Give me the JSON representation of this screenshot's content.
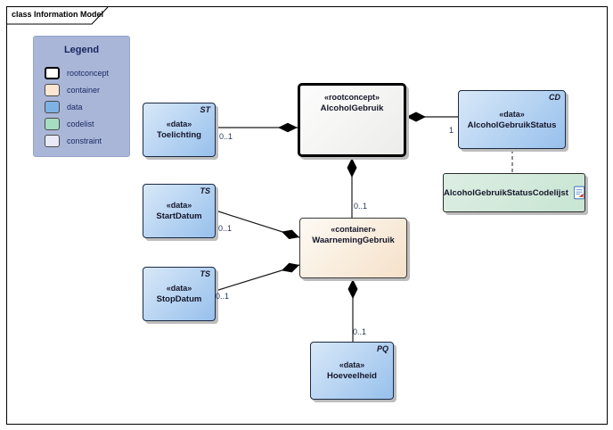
{
  "frame": {
    "title": "class Information Model"
  },
  "legend": {
    "title": "Legend",
    "items": [
      {
        "label": "rootconcept",
        "color": "#ffffff"
      },
      {
        "label": "container",
        "color": "#f9e6d3"
      },
      {
        "label": "data",
        "color": "#7fb2e4"
      },
      {
        "label": "codelist",
        "color": "#a6dcc2"
      },
      {
        "label": "constraint",
        "color": "#e9e9f8"
      }
    ]
  },
  "nodes": {
    "alcoholgebruik": {
      "stereotype": "«rootconcept»",
      "name": "AlcoholGebruik"
    },
    "waarneminggebruik": {
      "stereotype": "«container»",
      "name": "WaarnemingGebruik"
    },
    "toelichting": {
      "stereotype": "«data»",
      "name": "Toelichting",
      "tag": "ST"
    },
    "startdatum": {
      "stereotype": "«data»",
      "name": "StartDatum",
      "tag": "TS"
    },
    "stopdatum": {
      "stereotype": "«data»",
      "name": "StopDatum",
      "tag": "TS"
    },
    "alcoholgebruikstatus": {
      "stereotype": "«data»",
      "name": "AlcoholGebruikStatus",
      "tag": "CD"
    },
    "hoeveelheid": {
      "stereotype": "«data»",
      "name": "Hoeveelheid",
      "tag": "PQ"
    },
    "codelijst": {
      "name": "AlcoholGebruikStatusCodelijst"
    }
  },
  "edges": {
    "alcoholgebruik_toelichting": {
      "multiplicity": "0..1",
      "type": "composition"
    },
    "waarneming_startdatum": {
      "multiplicity": "0..1",
      "type": "composition"
    },
    "waarneming_stopdatum": {
      "multiplicity": "0..1",
      "type": "composition"
    },
    "alcoholgebruik_waarneming": {
      "multiplicity": "0..1",
      "type": "composition"
    },
    "waarneming_hoeveelheid": {
      "multiplicity": "0..1",
      "type": "composition"
    },
    "alcoholgebruik_status": {
      "multiplicity": "1",
      "type": "composition"
    },
    "status_codelijst": {
      "type": "dashed-trace"
    }
  },
  "colors": {
    "legend_bg": "#a9b6d8",
    "data_fill": "#97c0ec",
    "container_fill": "#f5e1c9",
    "codelist_fill": "#c8e5d3",
    "rootconcept_fill": "#ffffff",
    "constraint_fill": "#e9e9f8",
    "label_text": "#1f3156"
  }
}
